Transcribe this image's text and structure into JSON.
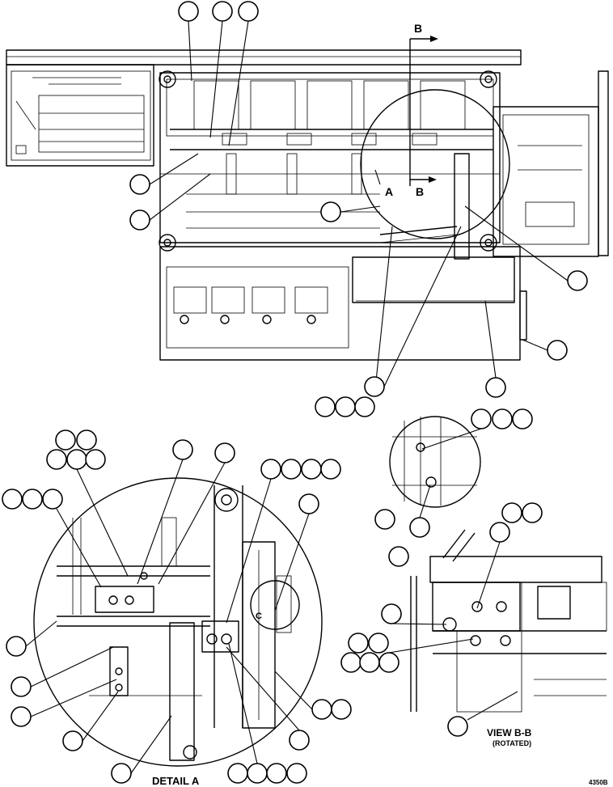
{
  "labels": {
    "section_mark_top": "B",
    "section_mark_mid": "B",
    "detail_mark": "A",
    "detail_c_mark": "C",
    "detail_a_title": "DETAIL A",
    "view_title": "VIEW B-B",
    "view_subtitle": "(ROTATED)",
    "figure_number": "4350B"
  },
  "colors": {
    "line": "#000000",
    "background": "#ffffff"
  }
}
